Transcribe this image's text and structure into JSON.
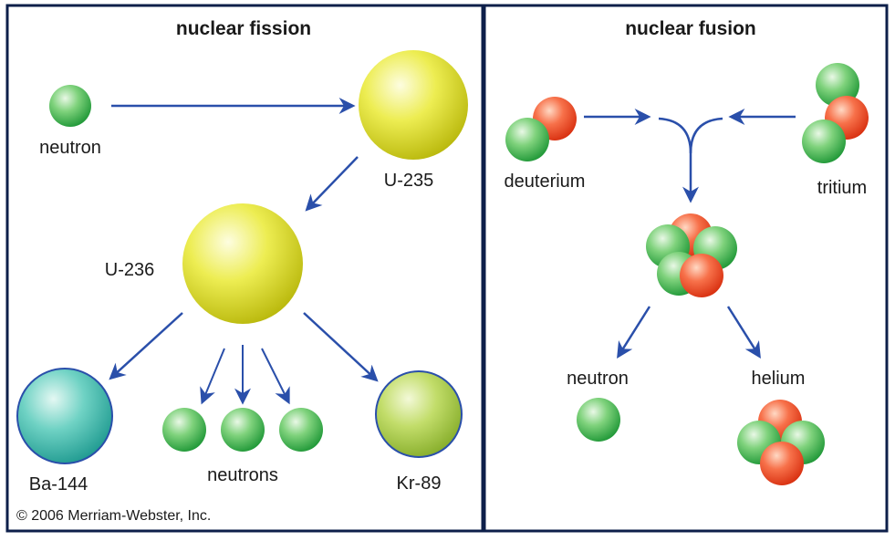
{
  "fission": {
    "title": "nuclear fission",
    "neutron_label": "neutron",
    "u235_label": "U-235",
    "u236_label": "U-236",
    "ba_label": "Ba-144",
    "neutrons_label": "neutrons",
    "kr_label": "Kr-89"
  },
  "fusion": {
    "title": "nuclear fusion",
    "deuterium_label": "deuterium",
    "tritium_label": "tritium",
    "neutron_label": "neutron",
    "helium_label": "helium"
  },
  "copyright": "© 2006 Merriam-Webster, Inc.",
  "colors": {
    "frame": "#0d1f4a",
    "arrow": "#2a4faa",
    "neutron": "#3bb04e",
    "proton": "#ee4422",
    "uranium": "#d8d816",
    "barium": "#2fb3a8",
    "krypton": "#9cc43a"
  }
}
